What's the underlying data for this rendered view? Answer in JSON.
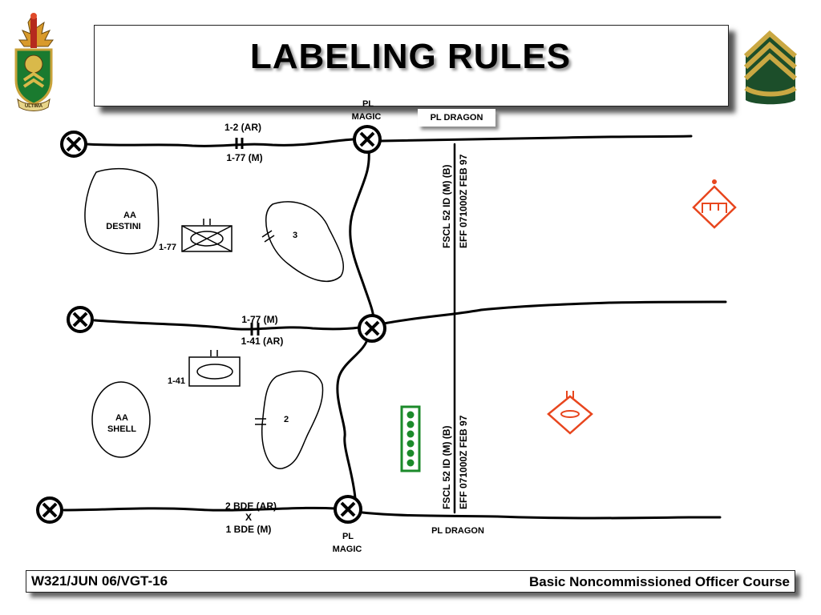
{
  "title": "LABELING RULES",
  "footer": {
    "left": "W321/JUN 06/VGT-16",
    "right": "Basic Noncommissioned Officer Course"
  },
  "insignia": {
    "school_crest_motto": "ULTIMA",
    "rank_icon": "staff-sergeant-chevrons-icon"
  },
  "phase_lines": {
    "magic_top": [
      "PL",
      "MAGIC"
    ],
    "magic_bottom": [
      "PL",
      "MAGIC"
    ],
    "dragon_top": "PL DRAGON",
    "dragon_bottom": "PL DRAGON"
  },
  "boundaries": {
    "top": {
      "upper": "1-2 (AR)",
      "lower": "1-77 (M)"
    },
    "middle": {
      "upper": "1-77 (M)",
      "lower": "1-41 (AR)"
    },
    "bottom": {
      "upper": "2 BDE (AR)",
      "marker": "X",
      "lower": "1 BDE (M)"
    }
  },
  "areas": {
    "aa_destini": [
      "AA",
      "DESTINI"
    ],
    "aa_shell": [
      "AA",
      "SHELL"
    ],
    "objective_3": "3",
    "objective_2": "2"
  },
  "units": {
    "unit_upper": "1-77",
    "unit_lower": "1-41"
  },
  "fscl": {
    "upper": [
      "FSCL 52 ID (M) (B)",
      "EFF 071000Z FEB 97"
    ],
    "lower": [
      "FSCL 52 ID (M) (B)",
      "EFF 071000Z FEB 97"
    ]
  },
  "colors": {
    "enemy": "#e8461e",
    "friendly_green": "#1b8a2a",
    "lines": "#000000"
  }
}
